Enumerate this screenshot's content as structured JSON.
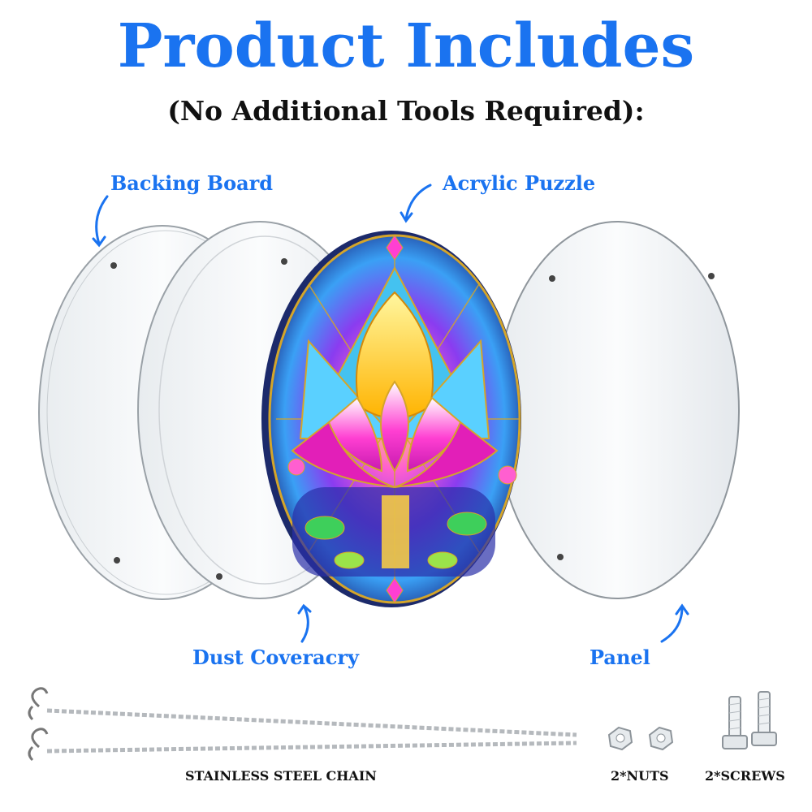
{
  "header": {
    "title": "Product Includes",
    "subtitle": "(No Additional Tools Required):"
  },
  "parts": {
    "backing_board": "Backing Board",
    "acrylic_puzzle": "Acrylic Puzzle",
    "dust_cover": "Dust Coveracry",
    "panel": "Panel"
  },
  "accessories": {
    "chain": "STAINLESS STEEL CHAIN",
    "nuts": "2*NUTS",
    "screws": "2*SCREWS"
  },
  "colors": {
    "accent": "#1a73f0",
    "text": "#111111"
  }
}
